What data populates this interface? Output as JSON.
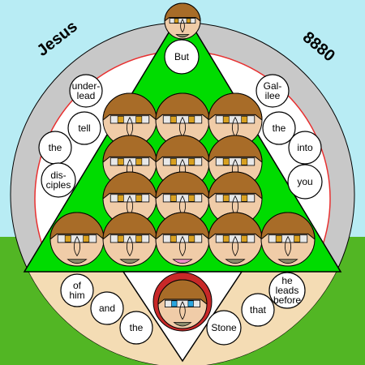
{
  "colors": {
    "sky": "#b8ecf4",
    "grass": "#52b624",
    "ring": "#c8c8c8",
    "inner_line": "#e83030",
    "triangle": "#00dc00",
    "sand": "#f4dcb4",
    "face_skin": "#f0cca8",
    "face_hair": "#a86c28",
    "bubble_fill": "#ffffff",
    "bubble_stroke": "#000000"
  },
  "corner_labels": {
    "left": "Jesus",
    "right": "8880"
  },
  "bubbles": {
    "top": [
      "But"
    ],
    "left_arc": [
      [
        "under-",
        "lead"
      ],
      [
        "tell"
      ],
      [
        "the"
      ],
      [
        "dis-",
        "ciples"
      ]
    ],
    "right_arc": [
      [
        "Gal-",
        "ilee"
      ],
      [
        "the"
      ],
      [
        "into"
      ],
      [
        "you"
      ]
    ],
    "bottom_left": [
      [
        "of",
        "him"
      ],
      [
        "and"
      ],
      [
        "the"
      ]
    ],
    "bottom_right": [
      [
        "he",
        "leads",
        "before"
      ],
      [
        "that"
      ],
      [
        "Stone"
      ]
    ]
  },
  "icons": [
    "face-icon"
  ]
}
